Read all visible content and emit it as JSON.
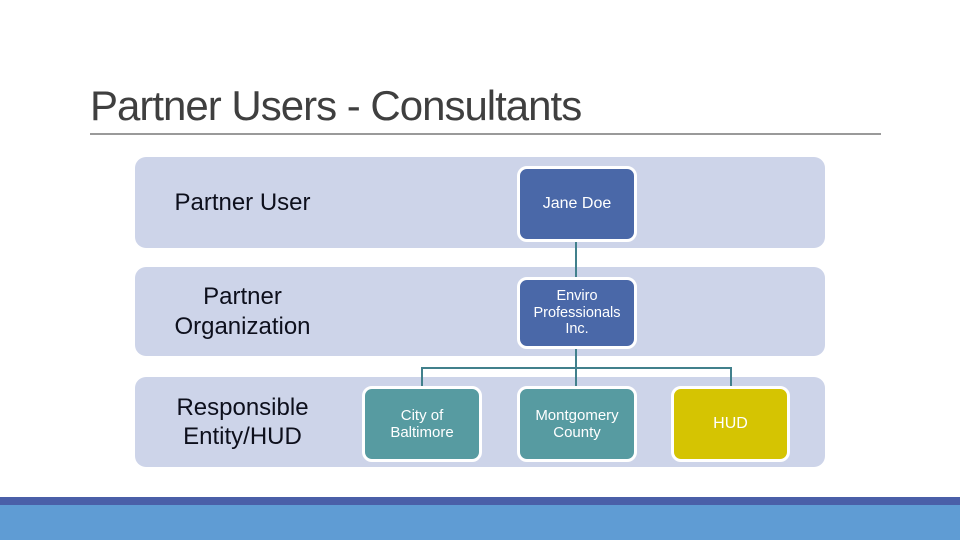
{
  "slide": {
    "title": "Partner Users - Consultants"
  },
  "rows": [
    {
      "label": "Partner User",
      "boxes": [
        {
          "text": "Jane Doe",
          "color": "#4a68a8"
        }
      ]
    },
    {
      "label": "Partner Organization",
      "boxes": [
        {
          "text": "Enviro Professionals Inc.",
          "color": "#4a68a8"
        }
      ]
    },
    {
      "label": "Responsible Entity/HUD",
      "boxes": [
        {
          "text": "City of Baltimore",
          "color": "#579ba1"
        },
        {
          "text": "Montgomery County",
          "color": "#579ba1"
        },
        {
          "text": "HUD",
          "color": "#d5c402"
        }
      ]
    }
  ],
  "colors": {
    "row_background": "#cdd4e9",
    "primary_box_blue": "#4a68a8",
    "secondary_box_teal": "#579ba1",
    "accent_box_yellow": "#d5c402",
    "connector_line": "#41808c",
    "title_text": "#3f3f3f",
    "title_rule_gray": "#9a9a9a",
    "label_text": "#0d0f1c",
    "footer_strip_dark": "#4a5fa8",
    "footer_bar_light": "#5f9cd4"
  }
}
